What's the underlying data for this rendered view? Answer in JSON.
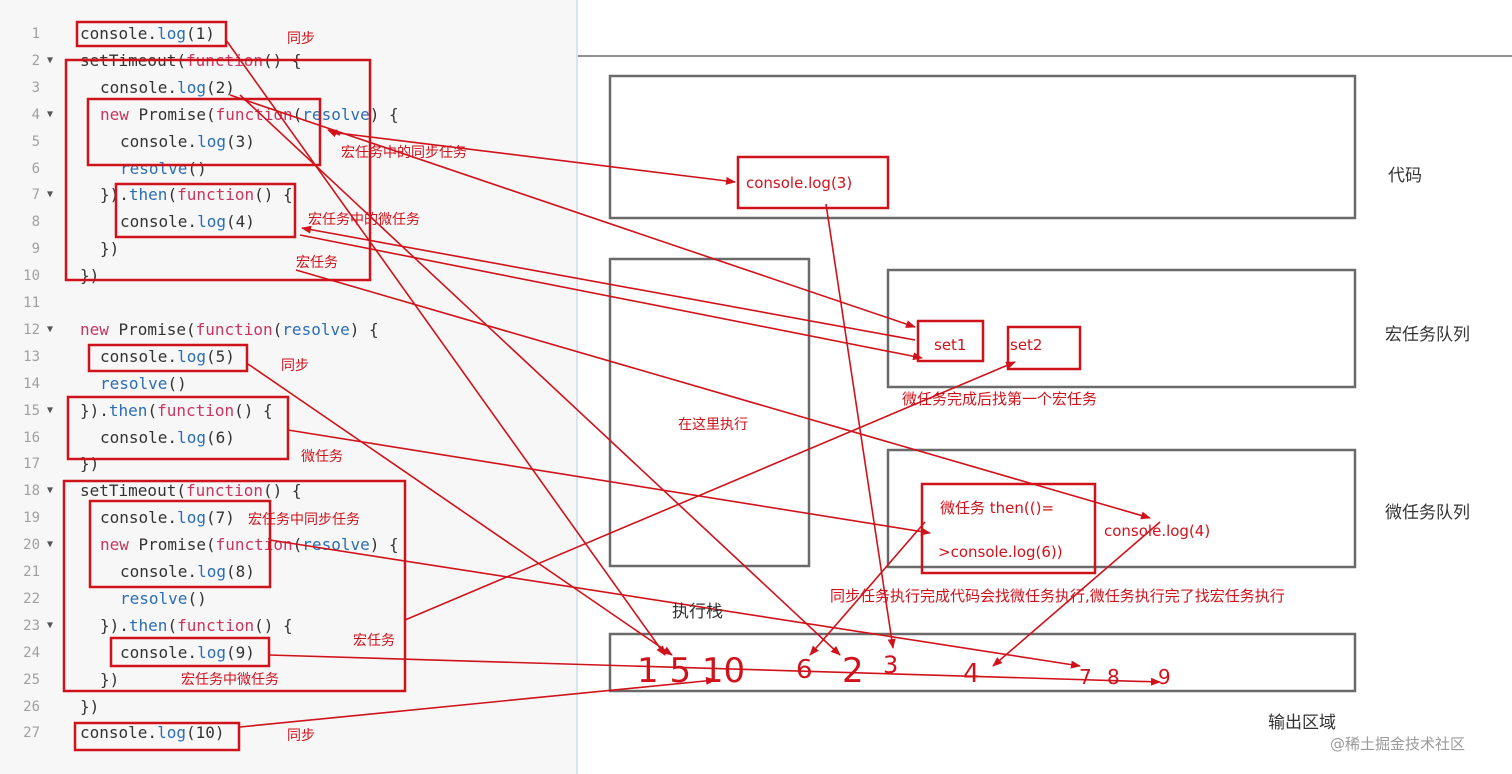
{
  "code_lines": [
    {
      "n": "1",
      "fold": false,
      "indent": 0,
      "tokens": [
        {
          "t": "console.",
          "c": "pl"
        },
        {
          "t": "log",
          "c": "fn"
        },
        {
          "t": "(1)",
          "c": "pl"
        }
      ]
    },
    {
      "n": "2",
      "fold": true,
      "indent": 0,
      "tokens": [
        {
          "t": "setTimeout(",
          "c": "pl"
        },
        {
          "t": "function",
          "c": "kw"
        },
        {
          "t": "() {",
          "c": "pl"
        }
      ]
    },
    {
      "n": "3",
      "fold": false,
      "indent": 1,
      "tokens": [
        {
          "t": "console.",
          "c": "pl"
        },
        {
          "t": "log",
          "c": "fn"
        },
        {
          "t": "(2)",
          "c": "pl"
        }
      ]
    },
    {
      "n": "4",
      "fold": true,
      "indent": 1,
      "tokens": [
        {
          "t": "new ",
          "c": "kw"
        },
        {
          "t": "Promise(",
          "c": "pl"
        },
        {
          "t": "function",
          "c": "kw"
        },
        {
          "t": "(",
          "c": "pl"
        },
        {
          "t": "resolve",
          "c": "fn"
        },
        {
          "t": ") {",
          "c": "pl"
        }
      ]
    },
    {
      "n": "5",
      "fold": false,
      "indent": 2,
      "tokens": [
        {
          "t": "console.",
          "c": "pl"
        },
        {
          "t": "log",
          "c": "fn"
        },
        {
          "t": "(3)",
          "c": "pl"
        }
      ]
    },
    {
      "n": "6",
      "fold": false,
      "indent": 2,
      "tokens": [
        {
          "t": "resolve",
          "c": "fn"
        },
        {
          "t": "()",
          "c": "pl"
        }
      ]
    },
    {
      "n": "7",
      "fold": true,
      "indent": 1,
      "tokens": [
        {
          "t": "}).",
          "c": "pl"
        },
        {
          "t": "then",
          "c": "fn"
        },
        {
          "t": "(",
          "c": "pl"
        },
        {
          "t": "function",
          "c": "kw"
        },
        {
          "t": "() {",
          "c": "pl"
        }
      ]
    },
    {
      "n": "8",
      "fold": false,
      "indent": 2,
      "tokens": [
        {
          "t": "console.",
          "c": "pl"
        },
        {
          "t": "log",
          "c": "fn"
        },
        {
          "t": "(4)",
          "c": "pl"
        }
      ]
    },
    {
      "n": "9",
      "fold": false,
      "indent": 1,
      "tokens": [
        {
          "t": "})",
          "c": "pl"
        }
      ]
    },
    {
      "n": "10",
      "fold": false,
      "indent": 0,
      "tokens": [
        {
          "t": "})",
          "c": "pl"
        }
      ]
    },
    {
      "n": "11",
      "fold": false,
      "indent": 0,
      "tokens": []
    },
    {
      "n": "12",
      "fold": true,
      "indent": 0,
      "tokens": [
        {
          "t": "new ",
          "c": "kw"
        },
        {
          "t": "Promise(",
          "c": "pl"
        },
        {
          "t": "function",
          "c": "kw"
        },
        {
          "t": "(",
          "c": "pl"
        },
        {
          "t": "resolve",
          "c": "fn"
        },
        {
          "t": ") {",
          "c": "pl"
        }
      ]
    },
    {
      "n": "13",
      "fold": false,
      "indent": 1,
      "tokens": [
        {
          "t": "console.",
          "c": "pl"
        },
        {
          "t": "log",
          "c": "fn"
        },
        {
          "t": "(5)",
          "c": "pl"
        }
      ]
    },
    {
      "n": "14",
      "fold": false,
      "indent": 1,
      "tokens": [
        {
          "t": "resolve",
          "c": "fn"
        },
        {
          "t": "()",
          "c": "pl"
        }
      ]
    },
    {
      "n": "15",
      "fold": true,
      "indent": 0,
      "tokens": [
        {
          "t": "}).",
          "c": "pl"
        },
        {
          "t": "then",
          "c": "fn"
        },
        {
          "t": "(",
          "c": "pl"
        },
        {
          "t": "function",
          "c": "kw"
        },
        {
          "t": "() {",
          "c": "pl"
        }
      ]
    },
    {
      "n": "16",
      "fold": false,
      "indent": 1,
      "tokens": [
        {
          "t": "console.",
          "c": "pl"
        },
        {
          "t": "log",
          "c": "fn"
        },
        {
          "t": "(6)",
          "c": "pl"
        }
      ]
    },
    {
      "n": "17",
      "fold": false,
      "indent": 0,
      "tokens": [
        {
          "t": "})",
          "c": "pl"
        }
      ]
    },
    {
      "n": "18",
      "fold": true,
      "indent": 0,
      "tokens": [
        {
          "t": "setTimeout(",
          "c": "pl"
        },
        {
          "t": "function",
          "c": "kw"
        },
        {
          "t": "() {",
          "c": "pl"
        }
      ]
    },
    {
      "n": "19",
      "fold": false,
      "indent": 1,
      "tokens": [
        {
          "t": "console.",
          "c": "pl"
        },
        {
          "t": "log",
          "c": "fn"
        },
        {
          "t": "(7)",
          "c": "pl"
        }
      ]
    },
    {
      "n": "20",
      "fold": true,
      "indent": 1,
      "tokens": [
        {
          "t": "new ",
          "c": "kw"
        },
        {
          "t": "Promise(",
          "c": "pl"
        },
        {
          "t": "function",
          "c": "kw"
        },
        {
          "t": "(",
          "c": "pl"
        },
        {
          "t": "resolve",
          "c": "fn"
        },
        {
          "t": ") {",
          "c": "pl"
        }
      ]
    },
    {
      "n": "21",
      "fold": false,
      "indent": 2,
      "tokens": [
        {
          "t": "console.",
          "c": "pl"
        },
        {
          "t": "log",
          "c": "fn"
        },
        {
          "t": "(8)",
          "c": "pl"
        }
      ]
    },
    {
      "n": "22",
      "fold": false,
      "indent": 2,
      "tokens": [
        {
          "t": "resolve",
          "c": "fn"
        },
        {
          "t": "()",
          "c": "pl"
        }
      ]
    },
    {
      "n": "23",
      "fold": true,
      "indent": 1,
      "tokens": [
        {
          "t": "}).",
          "c": "pl"
        },
        {
          "t": "then",
          "c": "fn"
        },
        {
          "t": "(",
          "c": "pl"
        },
        {
          "t": "function",
          "c": "kw"
        },
        {
          "t": "() {",
          "c": "pl"
        }
      ]
    },
    {
      "n": "24",
      "fold": false,
      "indent": 2,
      "tokens": [
        {
          "t": "console.",
          "c": "pl"
        },
        {
          "t": "log",
          "c": "fn"
        },
        {
          "t": "(9)",
          "c": "pl"
        }
      ]
    },
    {
      "n": "25",
      "fold": false,
      "indent": 1,
      "tokens": [
        {
          "t": "})",
          "c": "pl"
        }
      ]
    },
    {
      "n": "26",
      "fold": false,
      "indent": 0,
      "tokens": [
        {
          "t": "})",
          "c": "pl"
        }
      ]
    },
    {
      "n": "27",
      "fold": false,
      "indent": 0,
      "tokens": [
        {
          "t": "console.",
          "c": "pl"
        },
        {
          "t": "log",
          "c": "fn"
        },
        {
          "t": "(10)",
          "c": "pl"
        }
      ]
    }
  ],
  "annotations": {
    "sync_1": "同步",
    "macro_sync": "宏任务中的同步任务",
    "macro_micro": "宏任务中的微任务",
    "macro_1": "宏任务",
    "sync_5": "同步",
    "micro_6": "微任务",
    "macro_sync_7": "宏任务中同步任务",
    "macro_2": "宏任务",
    "macro_micro_9": "宏任务中微任务",
    "sync_10": "同步"
  },
  "regions": {
    "code": "代码",
    "macro_queue": "宏任务队列",
    "micro_queue": "微任务队列",
    "stack": "执行栈",
    "stack_note": "在这里执行",
    "output": "输出区域"
  },
  "queue_items": {
    "code_log3": "console.log(3)",
    "set1": "set1",
    "set2": "set2",
    "micro_then_1": "微任务 then(()=",
    "micro_then_2": ">console.log(6))",
    "micro_log4": "console.log(4)"
  },
  "notes": {
    "after_micro": "微任务完成后找第一个宏任务",
    "order_rule": "同步任务执行完成代码会找微任务执行,微任务执行完了找宏任务执行"
  },
  "output_sequence": {
    "first": "1 5 10",
    "n6": "6",
    "n2": "2",
    "n3": "3",
    "n4": "4",
    "n7": "7",
    "n8": "8",
    "n9": "9"
  },
  "watermark": "@稀土掘金技术社区",
  "colors": {
    "annotation_red": "#d0121b",
    "region_border": "#6a6a6a",
    "code_bg": "#f7f7f7",
    "token_fn": "#2b6db3",
    "token_kw": "#c8365e"
  }
}
